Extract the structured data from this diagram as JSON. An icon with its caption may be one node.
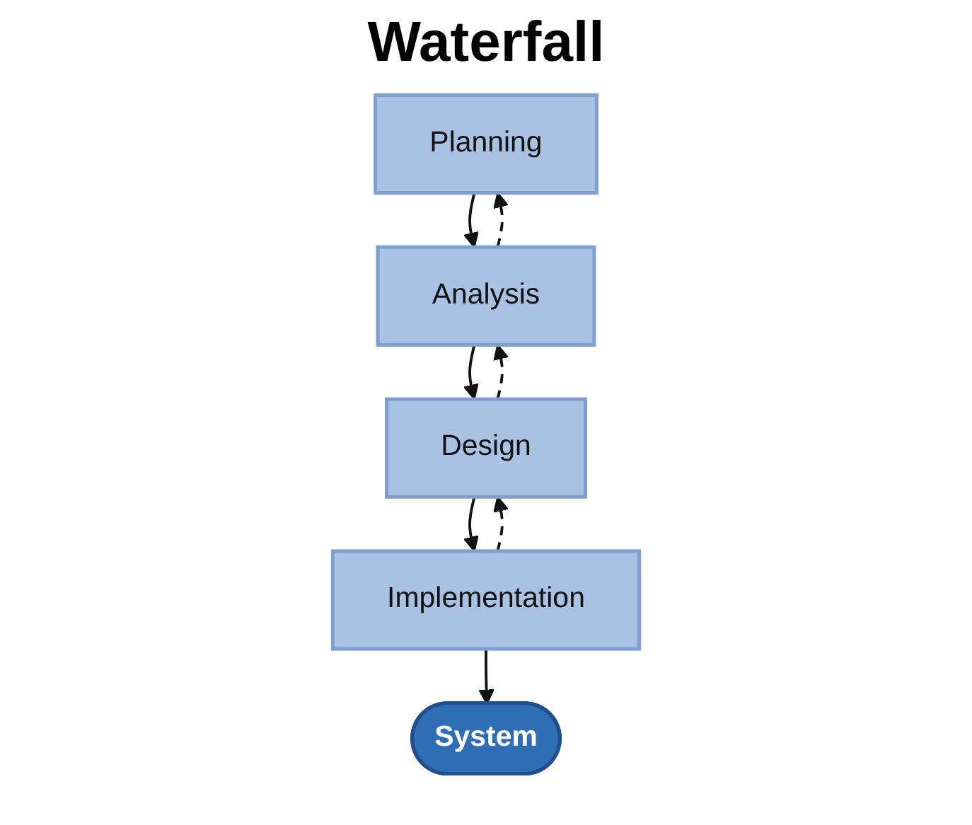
{
  "diagram": {
    "title": "Waterfall",
    "nodes": [
      {
        "text": [
          "Planning"
        ]
      },
      {
        "text": [
          "Analysis"
        ]
      },
      {
        "text": [
          "Design"
        ]
      },
      {
        "text": [
          "Implementation"
        ]
      },
      {
        "text": [
          "System"
        ]
      }
    ],
    "edges": [
      {
        "from": 0,
        "to": 1,
        "arrow": "to"
      },
      {
        "from": 1,
        "to": 0,
        "arrow": "to",
        "style": "dashed"
      },
      {
        "from": 1,
        "to": 2,
        "arrow": "to"
      },
      {
        "from": 2,
        "to": 1,
        "arrow": "to",
        "style": "dashed"
      },
      {
        "from": 2,
        "to": 3,
        "arrow": "to"
      },
      {
        "from": 3,
        "to": 2,
        "arrow": "to",
        "style": "dashed"
      },
      {
        "from": 3,
        "to": 4,
        "arrow": "to"
      }
    ]
  }
}
